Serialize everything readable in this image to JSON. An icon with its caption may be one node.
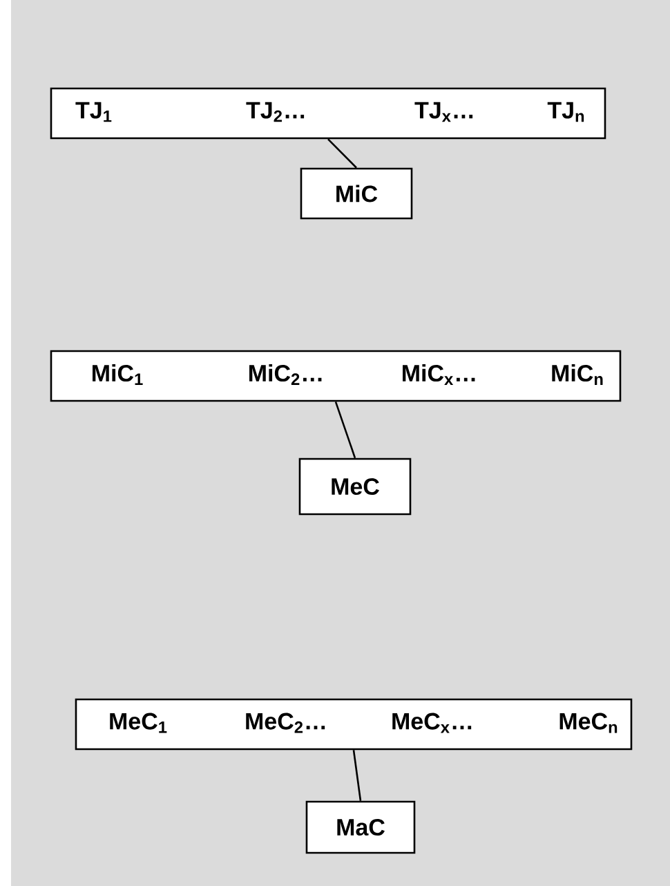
{
  "diagram": {
    "nodes": [
      {
        "text": [
          "TJ$_{1}$",
          "TJ$_{2}$…",
          "TJ$_{x}$…",
          "TJ$_{n}$"
        ]
      },
      {
        "text": [
          "MiC"
        ]
      },
      {
        "text": [
          "MiC$_{1}$",
          "MiC$_{2}$…",
          "MiC$_{x}$…",
          "MiC$_{n}$"
        ]
      },
      {
        "text": [
          "MeC"
        ]
      },
      {
        "text": [
          "MeC$_{1}$",
          "MeC$_{2}$…",
          "MeC$_{x}$…",
          "MeC$_{n}$"
        ]
      },
      {
        "text": [
          "MaC"
        ]
      }
    ],
    "edges": [
      {
        "from": 0,
        "to": 1,
        "arrow": "none"
      },
      {
        "from": 2,
        "to": 3,
        "arrow": "none"
      },
      {
        "from": 4,
        "to": 5,
        "arrow": "none"
      }
    ]
  }
}
